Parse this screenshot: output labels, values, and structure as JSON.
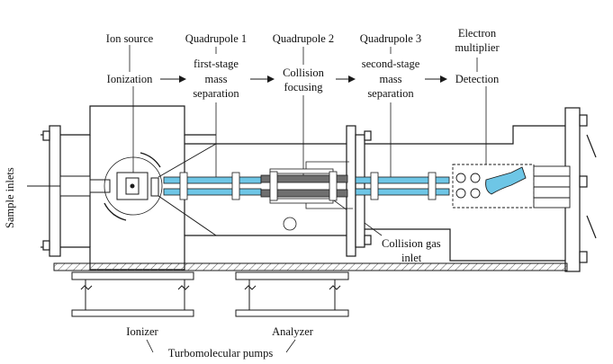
{
  "labels": {
    "ion_source": "Ion source",
    "quadrupole_1": "Quadrupole 1",
    "quadrupole_2": "Quadrupole 2",
    "quadrupole_3": "Quadrupole 3",
    "electron_multiplier_line1": "Electron",
    "electron_multiplier_line2": "multiplier",
    "ionization": "Ionization",
    "first_stage_line1": "first-stage",
    "first_stage_line2": "mass",
    "first_stage_line3": "separation",
    "collision_line1": "Collision",
    "collision_line2": "focusing",
    "second_stage_line1": "second-stage",
    "second_stage_line2": "mass",
    "second_stage_line3": "separation",
    "detection": "Detection",
    "sample_inlets": "Sample inlets",
    "collision_gas_line1": "Collision gas",
    "collision_gas_line2": "inlet",
    "ionizer": "Ionizer",
    "analyzer": "Analyzer",
    "turbomolecular_pumps": "Turbomolecular pumps"
  },
  "colors": {
    "rod_blue": "#6ec6e6",
    "rod_gray": "#6f6f6f",
    "line": "#1a1a1a",
    "hatch": "#555555"
  }
}
